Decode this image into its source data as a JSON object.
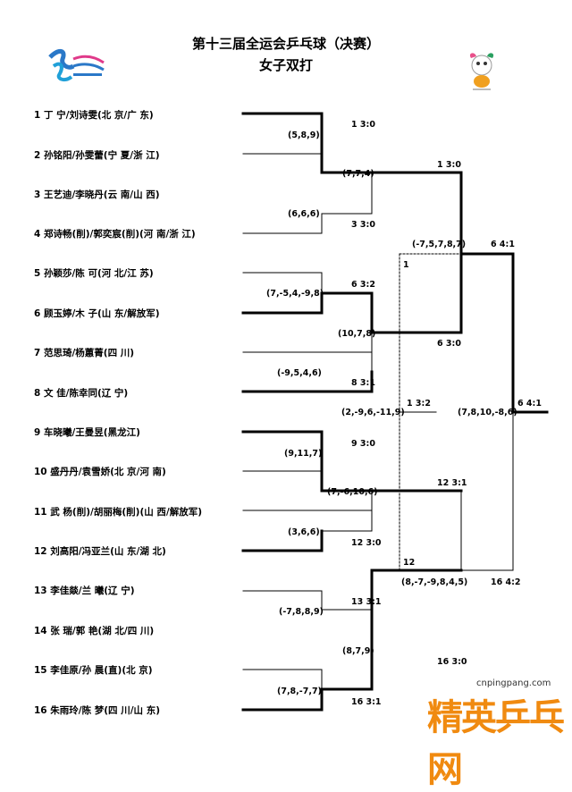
{
  "header": {
    "title": "第十三届全运会乒乓球（决赛）",
    "subtitle": "女子双打"
  },
  "players": [
    "1  丁 宁/刘诗雯(北 京/广 东)",
    "2  孙铭阳/孙雯蕾(宁 夏/浙 江)",
    "3  王艺迪/李晓丹(云 南/山 西)",
    "4  郑诗畅(削)/郭奕宸(削)(河 南/浙 江)",
    "5  孙颖莎/陈 可(河 北/江 苏)",
    "6  顾玉婷/木 子(山 东/解放军)",
    "7  范思琦/杨蕙菁(四 川)",
    "8  文 佳/陈幸同(辽 宁)",
    "9  车晓曦/王曼昱(黑龙江)",
    "10  盛丹丹/袁雪娇(北 京/河 南)",
    "11  武 杨(削)/胡丽梅(削)(山 西/解放军)",
    "12  刘高阳/冯亚兰(山 东/湖 北)",
    "13  李佳燚/兰 曦(辽 宁)",
    "14  张 瑞/郭 艳(湖 北/四 川)",
    "15  李佳原/孙 晨(直)(北 京)",
    "16  朱雨玲/陈 梦(四 川/山 东)"
  ],
  "round1": [
    {
      "winner": "1  3:0",
      "scores": "(5,8,9)"
    },
    {
      "winner": "3  3:0",
      "scores": "(6,6,6)"
    },
    {
      "winner": "6  3:2",
      "scores": "(7,-5,4,-9,8)"
    },
    {
      "winner": "8  3:1",
      "scores": "(-9,5,4,6)"
    },
    {
      "winner": "9  3:0",
      "scores": "(9,11,7)"
    },
    {
      "winner": "12  3:0",
      "scores": "(3,6,6)"
    },
    {
      "winner": "13  3:1",
      "scores": "(-7,8,8,9)"
    },
    {
      "winner": "16  3:1",
      "scores": "(7,8,-7,7)"
    }
  ],
  "round2": [
    {
      "winner": "1  3:0",
      "scores": "(7,7,4)"
    },
    {
      "winner": "6  3:0",
      "scores": "(10,7,8)"
    },
    {
      "winner": "12  3:1",
      "scores": "(7,-6,10,6)"
    },
    {
      "winner": "16  3:0",
      "scores": "(8,7,9)"
    }
  ],
  "semis": [
    {
      "winner": "6  4:1",
      "scores": "(-7,5,7,8,7)"
    },
    {
      "winner": "16  4:2",
      "scores": "(8,-7,-9,8,4,5)"
    }
  ],
  "bronze": {
    "top_seed": "1",
    "bottom_seed": "12",
    "result": "1  3:2",
    "scores": "(2,-9,6,-11,9)"
  },
  "final": {
    "winner": "6  4:1",
    "scores": "(7,8,10,-8,6)"
  },
  "watermark": {
    "url": "cnpingpang.com",
    "brand": "精英乒乓网"
  },
  "icons": {
    "left_logo": "games-emblem-logo",
    "right_logo": "mascot-logo"
  }
}
